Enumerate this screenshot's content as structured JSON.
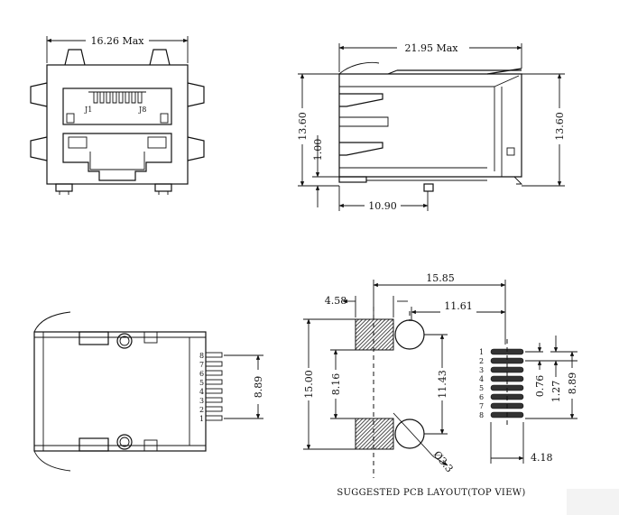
{
  "front_view": {
    "width_label": "16.26 Max",
    "pin_start": "J1",
    "pin_end": "J8"
  },
  "side_view": {
    "length_label": "21.95 Max",
    "height_left": "13.60",
    "height_right": "13.60",
    "standoff": "1.00",
    "post_offset": "10.90"
  },
  "bottom_view": {
    "pin_numbers": [
      "8",
      "7",
      "6",
      "5",
      "4",
      "3",
      "2",
      "1"
    ],
    "pin_span": "8.89"
  },
  "pcb_layout": {
    "total_width": "15.85",
    "pad_width": "4.58",
    "hole_to_pins": "11.61",
    "overall_height": "15.00",
    "hole_spacing": "8.16",
    "hole_to_hole": "11.43",
    "hole_diameter": "Ø3.3",
    "pin_numbers": [
      "1",
      "2",
      "3",
      "4",
      "5",
      "6",
      "7",
      "8"
    ],
    "pin_pitch": "0.76",
    "pin_pitch2": "1.27",
    "pin_span": "8.89",
    "pin_row_width": "4.18",
    "caption": "SUGGESTED PCB LAYOUT(TOP VIEW)"
  }
}
